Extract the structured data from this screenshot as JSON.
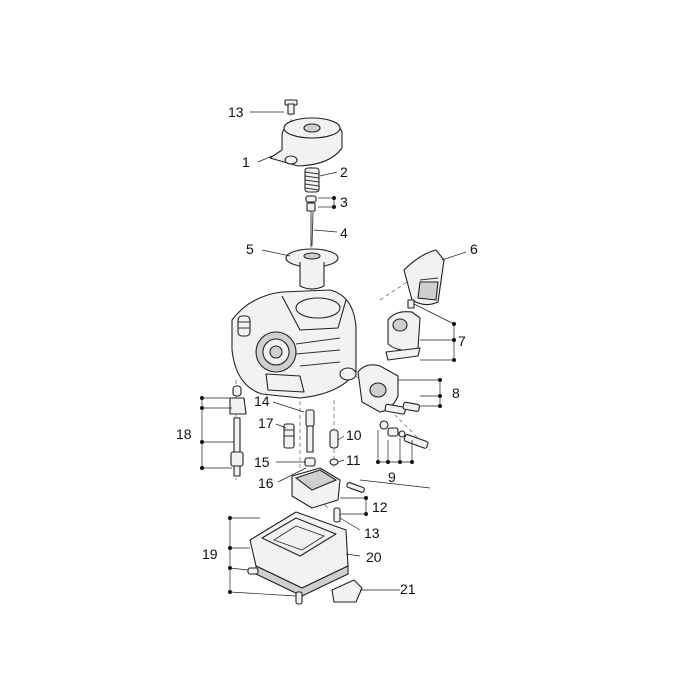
{
  "diagram": {
    "labels": {
      "l1": "1",
      "l2": "2",
      "l3": "3",
      "l4": "4",
      "l5": "5",
      "l6": "6",
      "l7": "7",
      "l8": "8",
      "l9": "9",
      "l10": "10",
      "l11": "11",
      "l12": "12",
      "l13a": "13",
      "l13b": "13",
      "l14": "14",
      "l15": "15",
      "l16": "16",
      "l17": "17",
      "l18": "18",
      "l19": "19",
      "l20": "20",
      "l21": "21"
    }
  }
}
